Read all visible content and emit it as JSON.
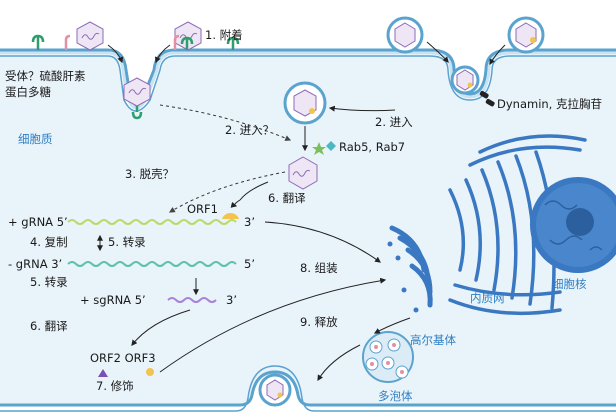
{
  "title": "非包膜型戊型肝炎病毒",
  "labels": {
    "receptor": "受体？硫酸肝素",
    "proteoglycan": "蛋白多糖",
    "cytoplasm": "细胞质",
    "step1": "1. 附着",
    "step2a": "2. 进入？",
    "step2b": "2. 进入",
    "dynamin": "Dynamin, 克拉胸苷",
    "rab": "Rab5, Rab7",
    "step3": "3. 脱壳？",
    "step6a": "6. 翻译",
    "orf1": "ORF1",
    "grna_plus": "+ gRNA 5’",
    "three_prime_1": "3’",
    "step4": "4. 复制",
    "step5a": "5. 转录",
    "grna_minus": "- gRNA 3’",
    "five_prime_2": "5’",
    "step5b": "5. 转录",
    "sgrna": "+ sgRNA 5’",
    "three_prime_3": "3’",
    "step6b": "6. 翻译",
    "orf23": "ORF2 ORF3",
    "step7": "7. 修饰",
    "step8": "8. 组装",
    "step9": "9. 释放",
    "er": "内质网",
    "nucleus": "细胞核",
    "golgi": "高尔基体",
    "mvb": "多泡体"
  },
  "colors": {
    "membrane": "#c9e3f2",
    "membrane_edge": "#5aa3cf",
    "cell": "#e9f3fa",
    "virus_fill": "#efe6f5",
    "virus_edge": "#8e6bb5",
    "blue_label": "#2f7fc4",
    "rna_plus": "#b9d96a",
    "rna_minus": "#5cc2a8",
    "sgrna": "#a884d8",
    "nucleus": "#3a78c2",
    "er": "#3a78c2",
    "receptor": "#2f9e6e",
    "hspg": "#e58fa5",
    "orf_yellow": "#f2c44e"
  }
}
